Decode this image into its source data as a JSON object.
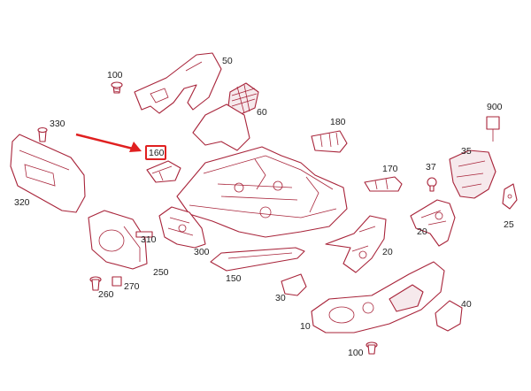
{
  "diagram": {
    "highlighted_part": "160",
    "labels": {
      "p10": "10",
      "p20a": "20",
      "p20b": "20",
      "p25": "25",
      "p30": "30",
      "p35": "35",
      "p37": "37",
      "p40": "40",
      "p50": "50",
      "p60": "60",
      "p100a": "100",
      "p100b": "100",
      "p150": "150",
      "p160": "160",
      "p170": "170",
      "p180": "180",
      "p250": "250",
      "p260": "260",
      "p270": "270",
      "p300": "300",
      "p310": "310",
      "p320": "320",
      "p330": "330",
      "p900": "900"
    }
  },
  "colors": {
    "line_art": "#a8243a",
    "highlight": "#e02020",
    "label_text": "#222222",
    "background": "#ffffff"
  }
}
